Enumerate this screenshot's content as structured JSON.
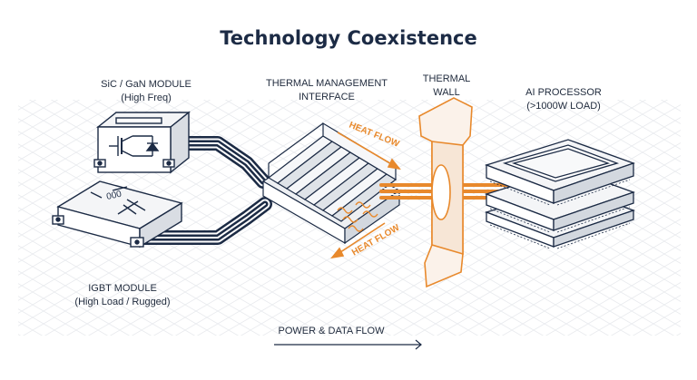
{
  "title": "Technology Coexistence",
  "labels": {
    "sic_gan": {
      "line1": "SiC / GaN MODULE",
      "line2": "(High Freq)"
    },
    "igbt": {
      "line1": "IGBT MODULE",
      "line2": "(High Load / Rugged)"
    },
    "thermal_interface": {
      "line1": "THERMAL MANAGEMENT",
      "line2": "INTERFACE"
    },
    "thermal_wall": {
      "line1": "THERMAL",
      "line2": "WALL"
    },
    "ai_processor": {
      "line1": "AI PROCESSOR",
      "line2": "(>1000W LOAD)"
    }
  },
  "heat_flow_top": "HEAT FLOW",
  "heat_flow_bottom": "HEAT FLOW",
  "bottom_caption": "POWER & DATA FLOW",
  "igbt_resistor_text": "000",
  "colors": {
    "navy": "#1c2b45",
    "accent": "#e8892c",
    "grid": "#e6e8ec"
  }
}
